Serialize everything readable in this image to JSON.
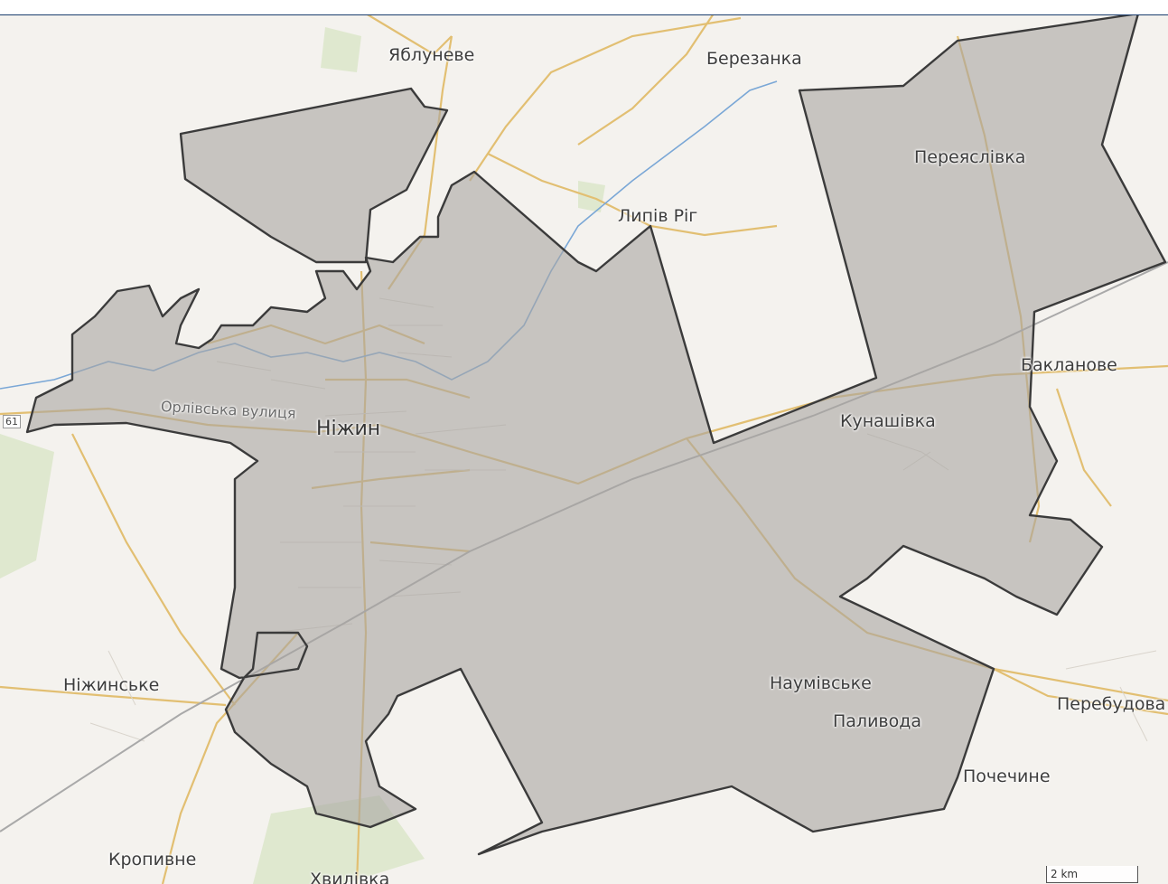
{
  "map": {
    "shape_fill": "#a9a5a1",
    "shape_stroke": "#3b3b3b",
    "road_color": "#e2bf72",
    "river_color": "#7aa7d6",
    "rail_color": "#a9a9a9"
  },
  "places": {
    "yablunieve": "Яблуневе",
    "berezanka": "Березанка",
    "pereyaslivka": "Переяслівка",
    "lypiv_rih": "Липів Ріг",
    "baklanove": "Бакланове",
    "kunashivka": "Кунашівка",
    "orlivska": "Орлівська вулиця",
    "nizhyn": "Ніжин",
    "nizhynske": "Ніжинське",
    "naumivske": "Наумівське",
    "palyvoda": "Паливода",
    "perebudova": "Перебудова",
    "pochechyne": "Почечине",
    "kropyvne": "Кропивне",
    "khvylivka": "Хвилівка"
  },
  "road_shield": "61",
  "scale_bar": {
    "label": "2 km"
  }
}
